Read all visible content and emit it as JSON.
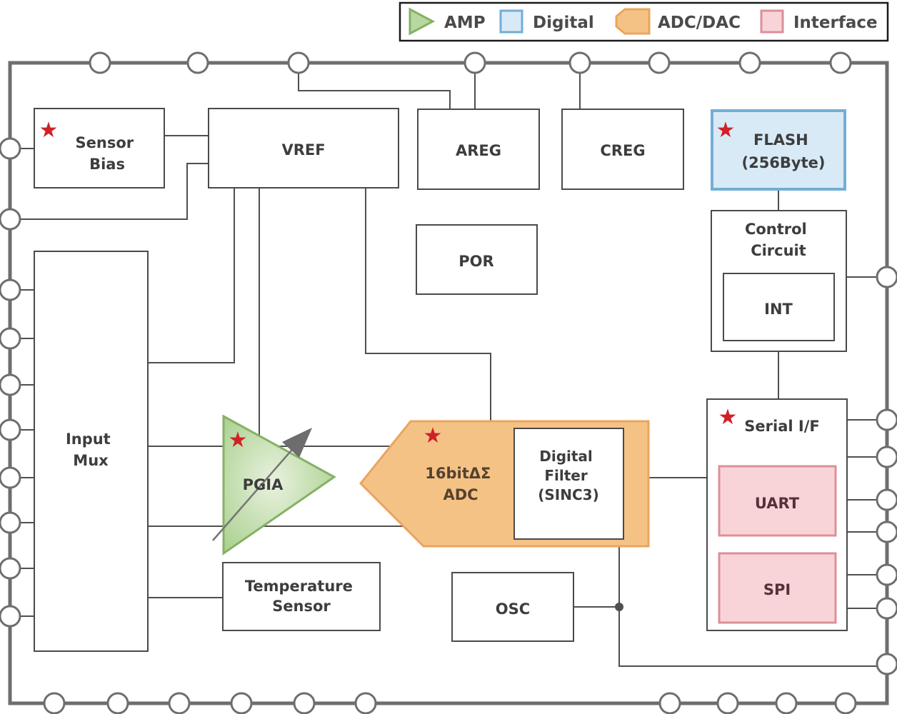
{
  "legend": {
    "items": [
      {
        "label": "AMP",
        "type": "amp-triangle"
      },
      {
        "label": "Digital",
        "type": "digital-square"
      },
      {
        "label": "ADC/DAC",
        "type": "adc-hexagon"
      },
      {
        "label": "Interface",
        "type": "interface-square"
      }
    ]
  },
  "blocks": {
    "sensor_bias": {
      "lines": [
        "Sensor",
        "Bias"
      ],
      "starred": true
    },
    "vref": {
      "label": "VREF"
    },
    "areg": {
      "label": "AREG"
    },
    "creg": {
      "label": "CREG"
    },
    "flash": {
      "lines": [
        "FLASH",
        "(256Byte)"
      ],
      "starred": true
    },
    "control_circuit": {
      "lines": [
        "Control",
        "Circuit"
      ]
    },
    "int": {
      "label": "INT"
    },
    "por": {
      "label": "POR"
    },
    "input_mux": {
      "lines": [
        "Input",
        "Mux"
      ]
    },
    "pgia": {
      "label": "PGIA",
      "starred": true
    },
    "adc": {
      "lines": [
        "16bitΔΣ",
        "ADC"
      ],
      "starred": true
    },
    "digital_filter": {
      "lines": [
        "Digital",
        "Filter",
        "(SINC3)"
      ]
    },
    "temp_sensor": {
      "lines": [
        "Temperature",
        "Sensor"
      ]
    },
    "osc": {
      "label": "OSC"
    },
    "serial_if": {
      "label": "Serial I/F",
      "starred": true
    },
    "uart": {
      "label": "UART"
    },
    "spi": {
      "label": "SPI"
    }
  },
  "icons": {
    "star_glyph": "★"
  },
  "colors": {
    "amp_green_fill": "#b7d8a0",
    "amp_green_stroke": "#85b164",
    "digital_blue_fill": "#d9eaf7",
    "digital_blue_stroke": "#72aed6",
    "adc_orange_fill": "#f5c286",
    "adc_orange_stroke": "#e9a55e",
    "interface_pink_fill": "#f8d4d8",
    "interface_pink_stroke": "#dc8f98",
    "star_red": "#cf2128",
    "chip_border_gray": "#6e6e6e",
    "wire_gray": "#4f4f4f",
    "text_gray": "#3d3d3d"
  }
}
